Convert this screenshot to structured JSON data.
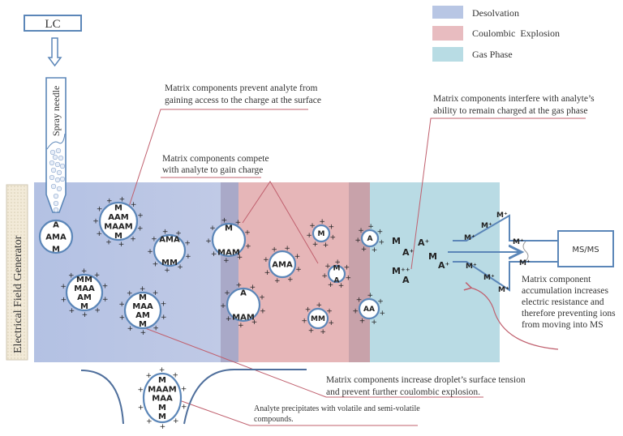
{
  "title": "Electrospray ionization matrix effects diagram",
  "lc_label": "LC",
  "spray_needle_label": "Spray needle",
  "field_generator_label": "Electrical Field Generator",
  "ms_label": "MS/MS",
  "legend": [
    {
      "label": "Desolvation",
      "color": "#b8c6e4"
    },
    {
      "label": "Coulombic  Explosion",
      "color": "#e8bcc0"
    },
    {
      "label": "Gas Phase",
      "color": "#b8dce4"
    }
  ],
  "annotations": {
    "surface_access": [
      "Matrix components prevent analyte from",
      "gaining access to the charge at the surface"
    ],
    "compete_charge": [
      "Matrix components compete",
      "with analyte to gain charge"
    ],
    "gas_phase": [
      "Matrix components interfere with analyte’s",
      "ability to remain charged at the gas phase"
    ],
    "resistance": [
      "Matrix component",
      "accumulation increases",
      "electric resistance and",
      "therefore preventing ions",
      "from moving into MS"
    ],
    "surface_tension": [
      "Matrix components increase droplet’s surface tension",
      "and prevent further coulombic explosion."
    ],
    "precipitate": [
      "Analyte precipitates with volatile and semi-volatile",
      "compounds."
    ]
  },
  "droplets": [
    {
      "id": "d1",
      "letters": "A AMA M"
    },
    {
      "id": "d2",
      "letters": "M AAM MAAM M"
    },
    {
      "id": "d3",
      "letters": "AMA MM"
    },
    {
      "id": "d4",
      "letters": "MM MAA AM M"
    },
    {
      "id": "d5",
      "letters": "M MAA AM M"
    },
    {
      "id": "d6",
      "letters": "M MAM"
    },
    {
      "id": "d7",
      "letters": "AMA"
    },
    {
      "id": "d8",
      "letters": "A MAM"
    },
    {
      "id": "d9",
      "letters": "M"
    },
    {
      "id": "d10",
      "letters": "M A"
    },
    {
      "id": "d11",
      "letters": "MM"
    },
    {
      "id": "d12",
      "letters": "A"
    },
    {
      "id": "d13",
      "letters": "AA"
    },
    {
      "id": "d14",
      "letters": "M MAAM MAA M M"
    }
  ],
  "ions": [
    "M",
    "A⁺",
    "A⁺",
    "M",
    "A⁺",
    "M⁺⁺",
    "A",
    "M⁺",
    "M⁺",
    "M⁺",
    "M⁺",
    "M⁺",
    "M⁺",
    "M⁺",
    "M⁺"
  ]
}
